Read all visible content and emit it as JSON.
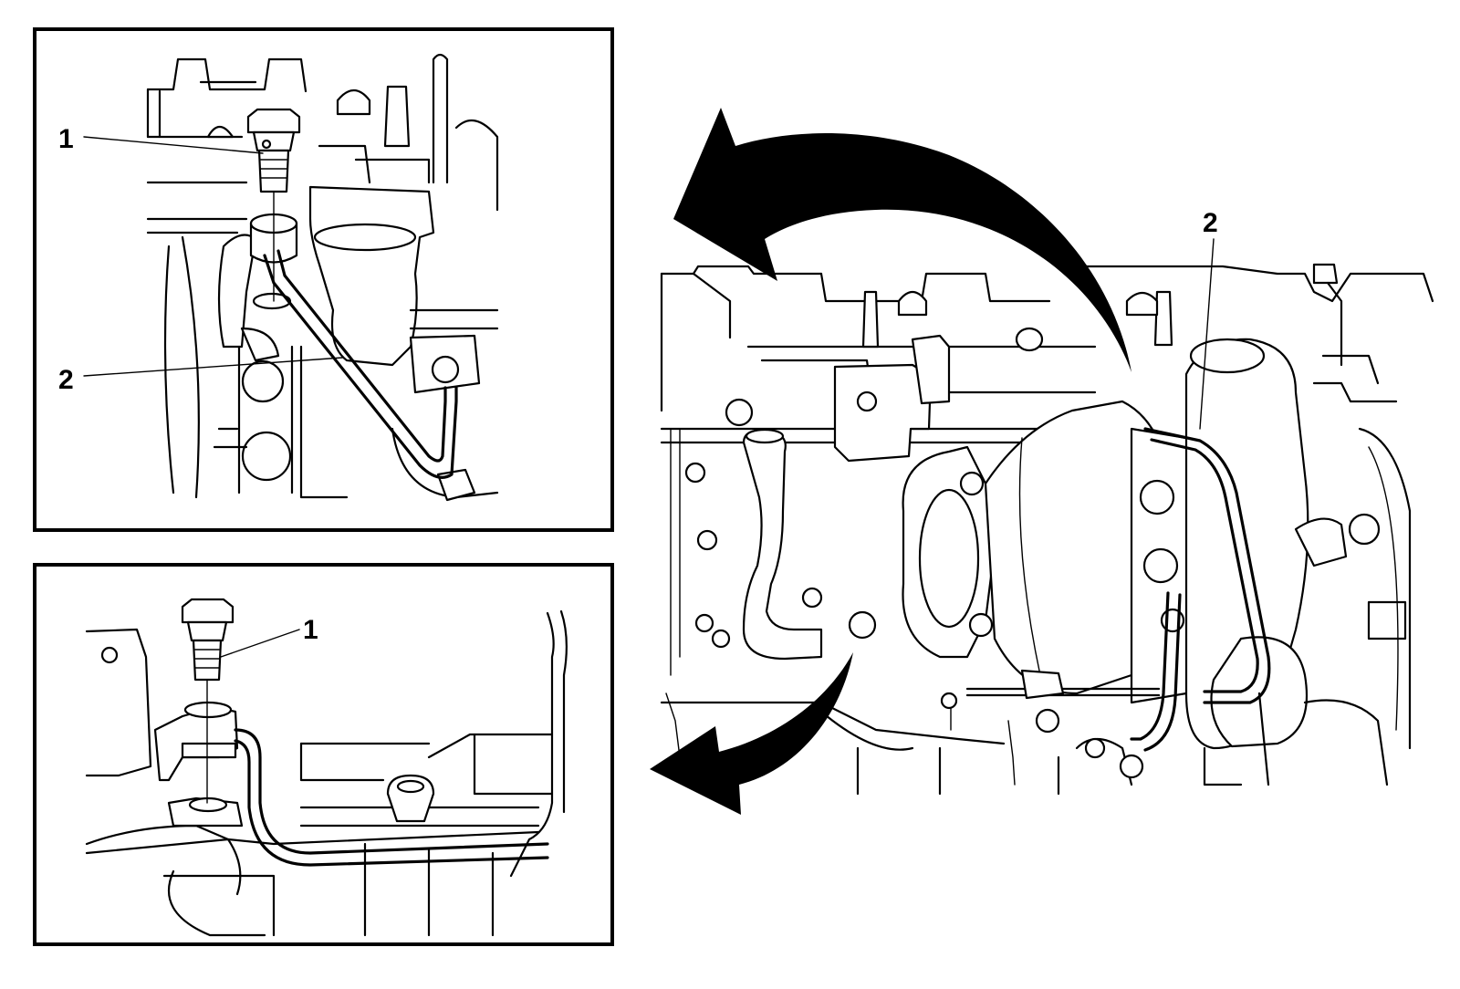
{
  "figure": {
    "inset_top": {
      "callout_1": "1",
      "callout_2": "2"
    },
    "inset_bottom": {
      "callout_1": "1"
    },
    "main": {
      "callout_2": "2"
    }
  }
}
